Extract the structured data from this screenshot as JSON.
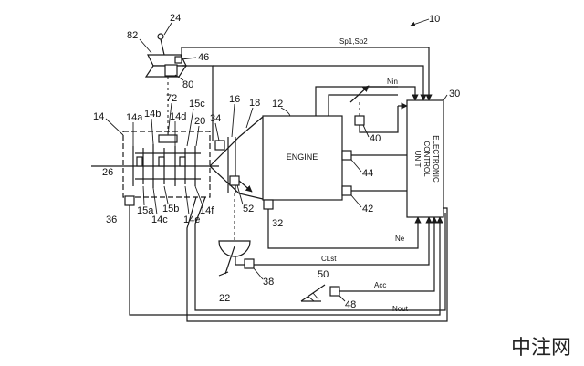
{
  "refs": {
    "r10": "10",
    "r12": "12",
    "r14": "14",
    "r14a": "14a",
    "r14b": "14b",
    "r14c": "14c",
    "r14d": "14d",
    "r14e": "14e",
    "r14f": "14f",
    "r15a": "15a",
    "r15b": "15b",
    "r15c": "15c",
    "r16": "16",
    "r18": "18",
    "r20": "20",
    "r22": "22",
    "r24": "24",
    "r26": "26",
    "r30": "30",
    "r32": "32",
    "r34": "34",
    "r36": "36",
    "r38": "38",
    "r40": "40",
    "r42": "42",
    "r44": "44",
    "r46": "46",
    "r48": "48",
    "r50": "50",
    "r52": "52",
    "r72": "72",
    "r80": "80",
    "r82": "82"
  },
  "signals": {
    "sp": "Sp1,Sp2",
    "nin": "Nin",
    "ne": "Ne",
    "clst": "CLst",
    "acc": "Acc",
    "nout": "Nout"
  },
  "blocks": {
    "engine": "ENGINE",
    "ecu_lines": [
      "ELECTRONIC",
      "CONTROL",
      "UNIT"
    ]
  },
  "watermark": "中注网"
}
